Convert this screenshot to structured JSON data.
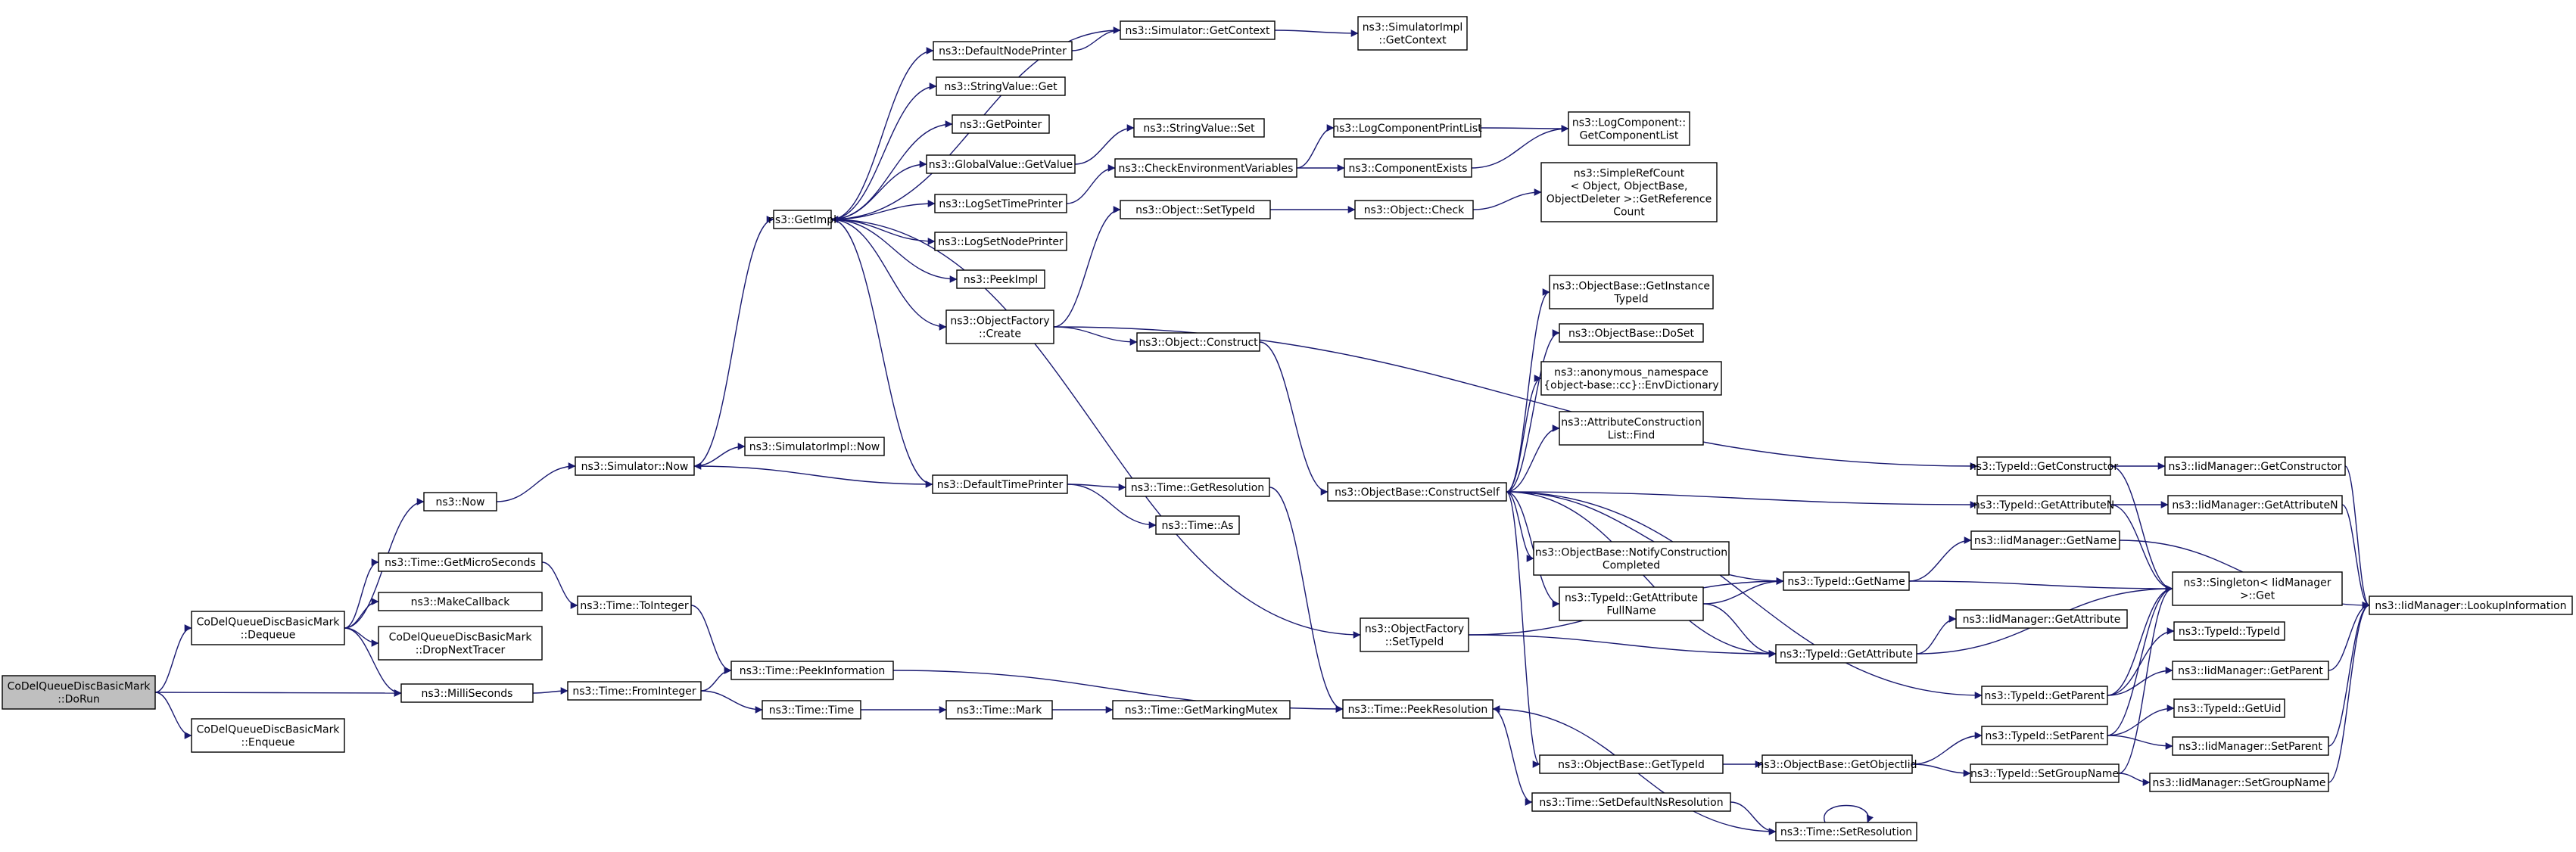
{
  "colors": {
    "edge": "#191970",
    "root_fill": "#bfbfbf",
    "node_fill": "#ffffff",
    "border": "#000000"
  },
  "nodes": [
    {
      "id": "dorun",
      "lines": [
        "CoDelQueueDiscBasicMark",
        "::DoRun"
      ],
      "root": true
    },
    {
      "id": "dequeue",
      "lines": [
        "CoDelQueueDiscBasicMark",
        "::Dequeue"
      ]
    },
    {
      "id": "enqueue",
      "lines": [
        "CoDelQueueDiscBasicMark",
        "::Enqueue"
      ]
    },
    {
      "id": "now",
      "lines": [
        "ns3::Now"
      ]
    },
    {
      "id": "getmicro",
      "lines": [
        "ns3::Time::GetMicroSeconds"
      ]
    },
    {
      "id": "makecb",
      "lines": [
        "ns3::MakeCallback"
      ]
    },
    {
      "id": "dropnext",
      "lines": [
        "CoDelQueueDiscBasicMark",
        "::DropNextTracer"
      ]
    },
    {
      "id": "milli",
      "lines": [
        "ns3::MilliSeconds"
      ]
    },
    {
      "id": "simnow",
      "lines": [
        "ns3::Simulator::Now"
      ]
    },
    {
      "id": "tointeger",
      "lines": [
        "ns3::Time::ToInteger"
      ]
    },
    {
      "id": "frominteger",
      "lines": [
        "ns3::Time::FromInteger"
      ]
    },
    {
      "id": "getimpl",
      "lines": [
        "ns3::GetImpl"
      ]
    },
    {
      "id": "simimplnow",
      "lines": [
        "ns3::SimulatorImpl::Now"
      ]
    },
    {
      "id": "peekinfo",
      "lines": [
        "ns3::Time::PeekInformation"
      ]
    },
    {
      "id": "timetime",
      "lines": [
        "ns3::Time::Time"
      ]
    },
    {
      "id": "defnodeprinter",
      "lines": [
        "ns3::DefaultNodePrinter"
      ]
    },
    {
      "id": "stringvalueget",
      "lines": [
        "ns3::StringValue::Get"
      ]
    },
    {
      "id": "getpointer",
      "lines": [
        "ns3::GetPointer"
      ]
    },
    {
      "id": "globalvalueget",
      "lines": [
        "ns3::GlobalValue::GetValue"
      ]
    },
    {
      "id": "logsettime",
      "lines": [
        "ns3::LogSetTimePrinter"
      ]
    },
    {
      "id": "logsetnode",
      "lines": [
        "ns3::LogSetNodePrinter"
      ]
    },
    {
      "id": "peekimpl",
      "lines": [
        "ns3::PeekImpl"
      ]
    },
    {
      "id": "ofcreate",
      "lines": [
        "ns3::ObjectFactory",
        "::Create"
      ]
    },
    {
      "id": "deftimeprinter",
      "lines": [
        "ns3::DefaultTimePrinter"
      ]
    },
    {
      "id": "timemark",
      "lines": [
        "ns3::Time::Mark"
      ]
    },
    {
      "id": "simgetcontext",
      "lines": [
        "ns3::Simulator::GetContext"
      ]
    },
    {
      "id": "stringvalueset",
      "lines": [
        "ns3::StringValue::Set"
      ]
    },
    {
      "id": "checkenv",
      "lines": [
        "ns3::CheckEnvironmentVariables"
      ]
    },
    {
      "id": "objsettypeid",
      "lines": [
        "ns3::Object::SetTypeId"
      ]
    },
    {
      "id": "objconstruct",
      "lines": [
        "ns3::Object::Construct"
      ]
    },
    {
      "id": "getresolution",
      "lines": [
        "ns3::Time::GetResolution"
      ]
    },
    {
      "id": "timeas",
      "lines": [
        "ns3::Time::As"
      ]
    },
    {
      "id": "getmarkingmutex",
      "lines": [
        "ns3::Time::GetMarkingMutex"
      ]
    },
    {
      "id": "simimplgetcontext",
      "lines": [
        "ns3::SimulatorImpl",
        "::GetContext"
      ]
    },
    {
      "id": "logcompprintlist",
      "lines": [
        "ns3::LogComponentPrintList"
      ]
    },
    {
      "id": "compexists",
      "lines": [
        "ns3::ComponentExists"
      ]
    },
    {
      "id": "objcheck",
      "lines": [
        "ns3::Object::Check"
      ]
    },
    {
      "id": "constructself",
      "lines": [
        "ns3::ObjectBase::ConstructSelf"
      ]
    },
    {
      "id": "ofsettypeid",
      "lines": [
        "ns3::ObjectFactory",
        "::SetTypeId"
      ]
    },
    {
      "id": "peekresolution",
      "lines": [
        "ns3::Time::PeekResolution"
      ]
    },
    {
      "id": "getcomplist",
      "lines": [
        "ns3::LogComponent::",
        "GetComponentList"
      ]
    },
    {
      "id": "simplerefcount",
      "lines": [
        "ns3::SimpleRefCount",
        "< Object, ObjectBase,",
        "ObjectDeleter >::GetReference",
        "Count"
      ]
    },
    {
      "id": "getinstancetypeid",
      "lines": [
        "ns3::ObjectBase::GetInstance",
        "TypeId"
      ]
    },
    {
      "id": "doset",
      "lines": [
        "ns3::ObjectBase::DoSet"
      ]
    },
    {
      "id": "envdict",
      "lines": [
        "ns3::anonymous_namespace",
        "{object-base::cc}::EnvDictionary"
      ]
    },
    {
      "id": "acfind",
      "lines": [
        "ns3::AttributeConstruction",
        "List::Find"
      ]
    },
    {
      "id": "notifyconstruction",
      "lines": [
        "ns3::ObjectBase::NotifyConstruction",
        "Completed"
      ]
    },
    {
      "id": "getattrfullname",
      "lines": [
        "ns3::TypeId::GetAttribute",
        "FullName"
      ]
    },
    {
      "id": "obgettypeid",
      "lines": [
        "ns3::ObjectBase::GetTypeId"
      ]
    },
    {
      "id": "setdefaultns",
      "lines": [
        "ns3::Time::SetDefaultNsResolution"
      ]
    },
    {
      "id": "getobjectiid",
      "lines": [
        "ns3::ObjectBase::GetObjectIid"
      ]
    },
    {
      "id": "getname",
      "lines": [
        "ns3::TypeId::GetName"
      ]
    },
    {
      "id": "getattribute",
      "lines": [
        "ns3::TypeId::GetAttribute"
      ]
    },
    {
      "id": "setresolution",
      "lines": [
        "ns3::Time::SetResolution"
      ]
    },
    {
      "id": "getconstructor",
      "lines": [
        "ns3::TypeId::GetConstructor"
      ]
    },
    {
      "id": "getattributen",
      "lines": [
        "ns3::TypeId::GetAttributeN"
      ]
    },
    {
      "id": "getparent",
      "lines": [
        "ns3::TypeId::GetParent"
      ]
    },
    {
      "id": "setparent",
      "lines": [
        "ns3::TypeId::SetParent"
      ]
    },
    {
      "id": "setgroupname",
      "lines": [
        "ns3::TypeId::SetGroupName"
      ]
    },
    {
      "id": "iidgetconstructor",
      "lines": [
        "ns3::IidManager::GetConstructor"
      ]
    },
    {
      "id": "iidgetattributen",
      "lines": [
        "ns3::IidManager::GetAttributeN"
      ]
    },
    {
      "id": "iidgetname",
      "lines": [
        "ns3::IidManager::GetName"
      ]
    },
    {
      "id": "singletonget",
      "lines": [
        "ns3::Singleton< IidManager",
        ">::Get"
      ]
    },
    {
      "id": "iidgetattribute",
      "lines": [
        "ns3::IidManager::GetAttribute"
      ]
    },
    {
      "id": "typeidtypeid",
      "lines": [
        "ns3::TypeId::TypeId"
      ]
    },
    {
      "id": "iidgetparent",
      "lines": [
        "ns3::IidManager::GetParent"
      ]
    },
    {
      "id": "typeidgetuid",
      "lines": [
        "ns3::TypeId::GetUid"
      ]
    },
    {
      "id": "iidsetparent",
      "lines": [
        "ns3::IidManager::SetParent"
      ]
    },
    {
      "id": "iidsetgroupname",
      "lines": [
        "ns3::IidManager::SetGroupName"
      ]
    },
    {
      "id": "lookupinfo",
      "lines": [
        "ns3::IidManager::LookupInformation"
      ]
    }
  ],
  "edges": [
    [
      "dorun",
      "dequeue"
    ],
    [
      "dorun",
      "enqueue"
    ],
    [
      "dorun",
      "milli"
    ],
    [
      "dequeue",
      "now"
    ],
    [
      "dequeue",
      "getmicro"
    ],
    [
      "dequeue",
      "makecb"
    ],
    [
      "dequeue",
      "dropnext"
    ],
    [
      "dequeue",
      "milli"
    ],
    [
      "now",
      "simnow"
    ],
    [
      "simnow",
      "getimpl"
    ],
    [
      "simnow",
      "simimplnow"
    ],
    [
      "getmicro",
      "tointeger"
    ],
    [
      "tointeger",
      "peekinfo"
    ],
    [
      "milli",
      "frominteger"
    ],
    [
      "frominteger",
      "peekinfo"
    ],
    [
      "frominteger",
      "timetime"
    ],
    [
      "peekinfo",
      "peekresolution"
    ],
    [
      "timetime",
      "timemark"
    ],
    [
      "timemark",
      "getmarkingmutex"
    ],
    [
      "getimpl",
      "defnodeprinter"
    ],
    [
      "getimpl",
      "stringvalueget"
    ],
    [
      "getimpl",
      "getpointer"
    ],
    [
      "getimpl",
      "globalvalueget"
    ],
    [
      "getimpl",
      "logsettime"
    ],
    [
      "getimpl",
      "logsetnode"
    ],
    [
      "getimpl",
      "peekimpl"
    ],
    [
      "getimpl",
      "ofcreate"
    ],
    [
      "getimpl",
      "deftimeprinter"
    ],
    [
      "getimpl",
      "ofsettypeid"
    ],
    [
      "defnodeprinter",
      "simgetcontext"
    ],
    [
      "simgetcontext",
      "getimpl"
    ],
    [
      "simgetcontext",
      "simimplgetcontext"
    ],
    [
      "globalvalueget",
      "stringvalueset"
    ],
    [
      "logsettime",
      "checkenv"
    ],
    [
      "checkenv",
      "logcompprintlist"
    ],
    [
      "checkenv",
      "compexists"
    ],
    [
      "logcompprintlist",
      "getcomplist"
    ],
    [
      "compexists",
      "getcomplist"
    ],
    [
      "ofcreate",
      "objsettypeid"
    ],
    [
      "ofcreate",
      "objconstruct"
    ],
    [
      "ofcreate",
      "getconstructor"
    ],
    [
      "objsettypeid",
      "objcheck"
    ],
    [
      "objcheck",
      "simplerefcount"
    ],
    [
      "objconstruct",
      "constructself"
    ],
    [
      "deftimeprinter",
      "simnow"
    ],
    [
      "deftimeprinter",
      "getresolution"
    ],
    [
      "deftimeprinter",
      "timeas"
    ],
    [
      "getresolution",
      "peekresolution"
    ],
    [
      "constructself",
      "getinstancetypeid"
    ],
    [
      "constructself",
      "doset"
    ],
    [
      "constructself",
      "envdict"
    ],
    [
      "constructself",
      "acfind"
    ],
    [
      "constructself",
      "notifyconstruction"
    ],
    [
      "constructself",
      "getattrfullname"
    ],
    [
      "constructself",
      "obgettypeid"
    ],
    [
      "constructself",
      "getname"
    ],
    [
      "constructself",
      "getattribute"
    ],
    [
      "constructself",
      "getattributen"
    ],
    [
      "constructself",
      "getparent"
    ],
    [
      "ofsettypeid",
      "getname"
    ],
    [
      "ofsettypeid",
      "getattribute"
    ],
    [
      "getattrfullname",
      "getname"
    ],
    [
      "getattrfullname",
      "getattribute"
    ],
    [
      "obgettypeid",
      "getobjectiid"
    ],
    [
      "getobjectiid",
      "setparent"
    ],
    [
      "getobjectiid",
      "setgroupname"
    ],
    [
      "setdefaultns",
      "setresolution"
    ],
    [
      "setresolution",
      "setresolution"
    ],
    [
      "setresolution",
      "peekresolution"
    ],
    [
      "peekresolution",
      "setdefaultns"
    ],
    [
      "getname",
      "iidgetname"
    ],
    [
      "getname",
      "singletonget"
    ],
    [
      "getattribute",
      "iidgetattribute"
    ],
    [
      "getattribute",
      "singletonget"
    ],
    [
      "getconstructor",
      "iidgetconstructor"
    ],
    [
      "getconstructor",
      "singletonget"
    ],
    [
      "getattributen",
      "iidgetattributen"
    ],
    [
      "getattributen",
      "singletonget"
    ],
    [
      "getparent",
      "typeidtypeid"
    ],
    [
      "getparent",
      "iidgetparent"
    ],
    [
      "getparent",
      "singletonget"
    ],
    [
      "setparent",
      "typeidgetuid"
    ],
    [
      "setparent",
      "iidsetparent"
    ],
    [
      "setparent",
      "singletonget"
    ],
    [
      "setgroupname",
      "iidsetgroupname"
    ],
    [
      "setgroupname",
      "singletonget"
    ],
    [
      "iidgetconstructor",
      "lookupinfo"
    ],
    [
      "iidgetattributen",
      "lookupinfo"
    ],
    [
      "iidgetname",
      "lookupinfo"
    ],
    [
      "iidgetparent",
      "lookupinfo"
    ],
    [
      "iidsetparent",
      "lookupinfo"
    ],
    [
      "iidsetgroupname",
      "lookupinfo"
    ]
  ]
}
